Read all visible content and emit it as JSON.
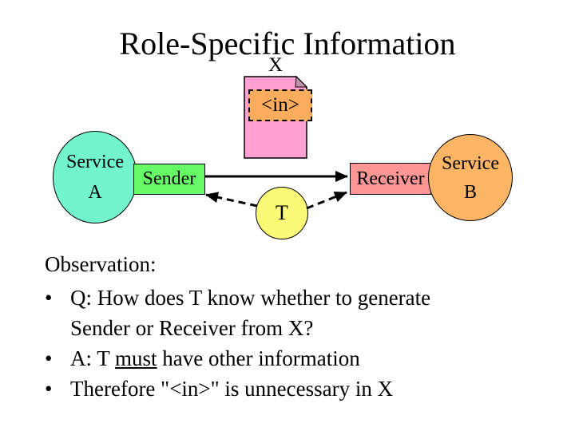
{
  "slide": {
    "title": "Role-Specific Information",
    "background": "#FFFFFF"
  },
  "diagram": {
    "document": {
      "title": "X",
      "fill": "#FFA0D2",
      "fold_fill": "#C393AD",
      "tag": {
        "label": "<in>",
        "fill": "#FBAC5C"
      }
    },
    "service_a": {
      "line1": "Service",
      "line2": "A",
      "fill": "#72F5CD"
    },
    "sender": {
      "label": "Sender",
      "fill": "#66FB66"
    },
    "receiver": {
      "label": "Receiver",
      "fill": "#FF9696"
    },
    "service_b": {
      "line1": "Service",
      "line2": "B",
      "fill": "#FCB465"
    },
    "transformer": {
      "label": "T",
      "fill": "#FBFB77"
    },
    "arrow_color": "#000000"
  },
  "body": {
    "heading": "Observation:",
    "bullet_marker": "•",
    "bullets": {
      "q": {
        "line1": "Q: How does T know whether to generate",
        "line2": "Sender or Receiver from X?"
      },
      "a": {
        "prefix": "A: T ",
        "underlined": "must",
        "suffix": " have other information"
      },
      "therefore": {
        "text": "Therefore \"<in>\" is unnecessary in X"
      }
    }
  }
}
